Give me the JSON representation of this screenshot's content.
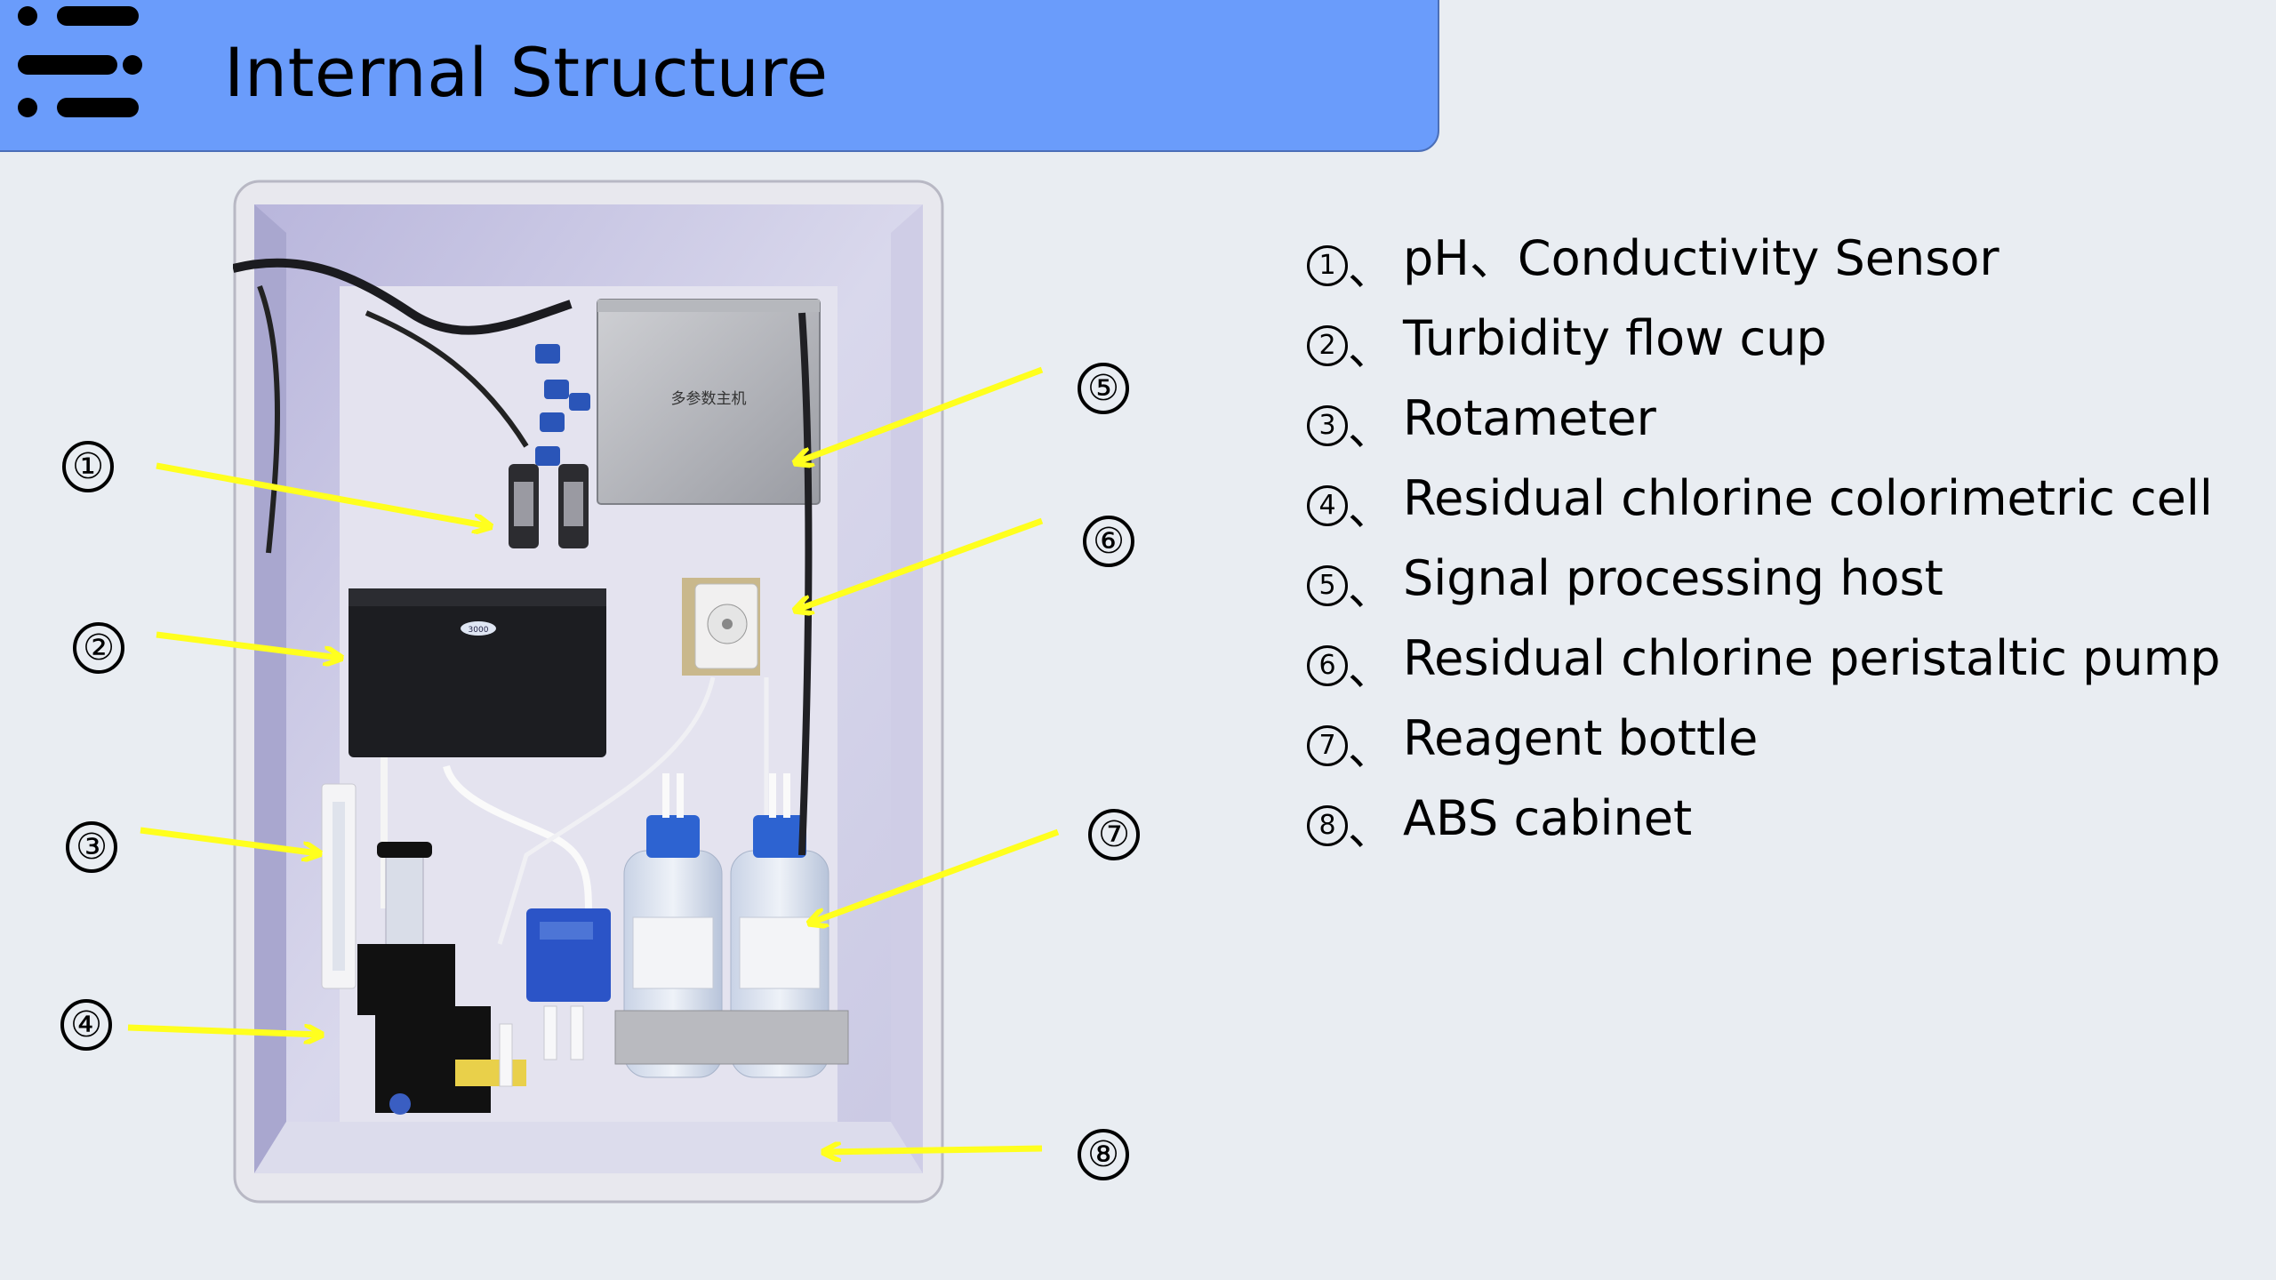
{
  "header": {
    "title": "Internal Structure",
    "accent_color": "#6a9cfb",
    "icon": "menu-list-icon"
  },
  "photo": {
    "host_label": "多参数主机",
    "brand_badge": "3000",
    "callouts": [
      "①",
      "②",
      "③",
      "④",
      "⑤",
      "⑥",
      "⑦",
      "⑧"
    ],
    "arrow_color": "#ffff1e"
  },
  "legend": {
    "separator": "、",
    "items": [
      {
        "num": "1",
        "label": "pH、Conductivity Sensor"
      },
      {
        "num": "2",
        "label": "Turbidity flow cup"
      },
      {
        "num": "3",
        "label": "Rotameter"
      },
      {
        "num": "4",
        "label": "Residual chlorine colorimetric cell"
      },
      {
        "num": "5",
        "label": "Signal processing host"
      },
      {
        "num": "6",
        "label": "Residual chlorine peristaltic pump"
      },
      {
        "num": "7",
        "label": "Reagent bottle"
      },
      {
        "num": "8",
        "label": "ABS cabinet"
      }
    ]
  }
}
